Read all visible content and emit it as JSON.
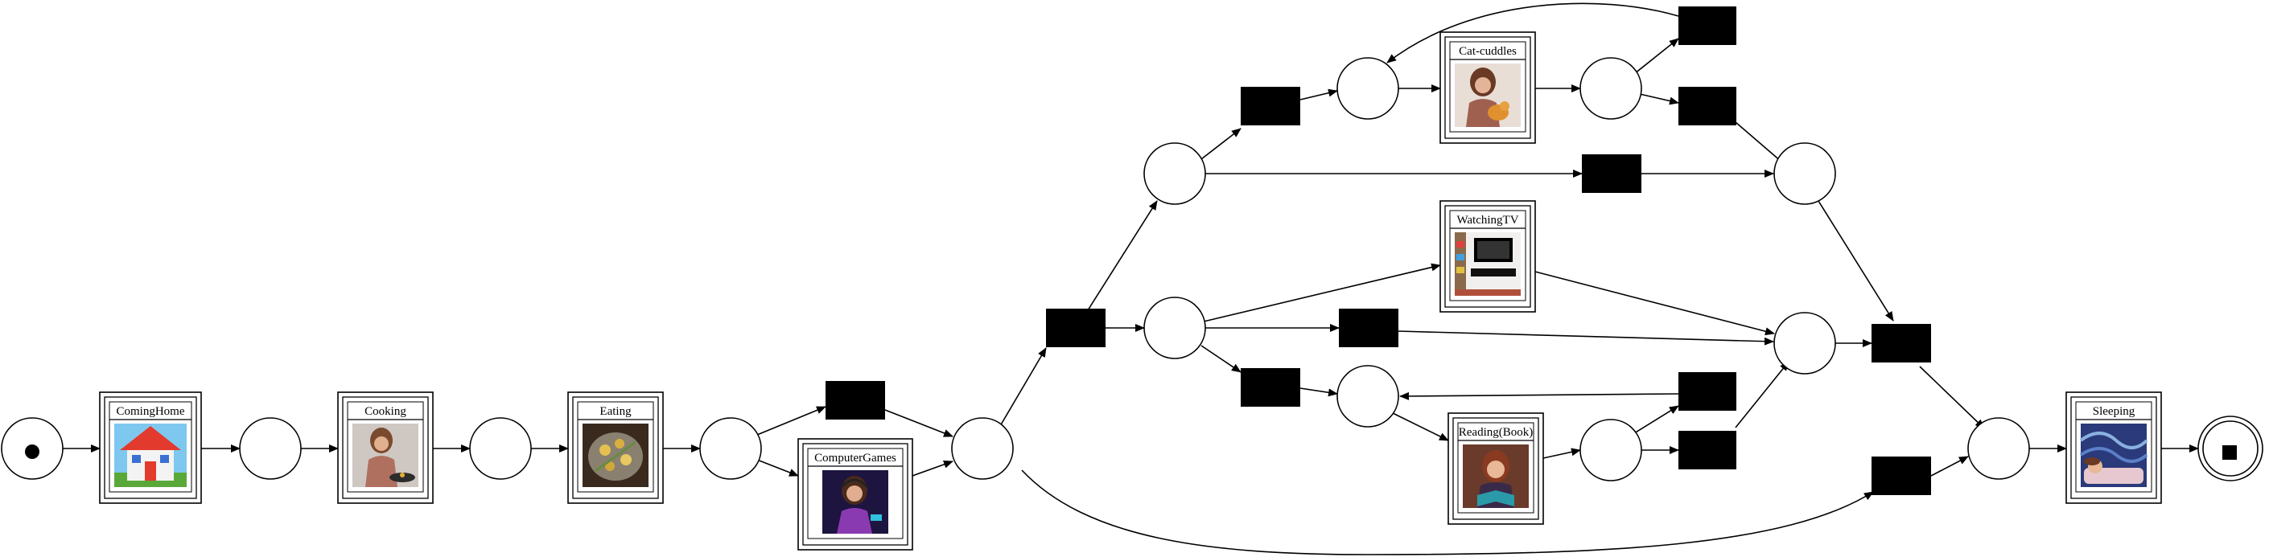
{
  "diagram": {
    "activities": {
      "coming_home": "ComingHome",
      "cooking": "Cooking",
      "eating": "Eating",
      "computer_games": "ComputerGames",
      "cat_cuddles": "Cat-cuddles",
      "watching_tv": "WatchingTV",
      "reading_book": "Reading(Book)",
      "sleeping": "Sleeping"
    },
    "icons": {
      "coming_home": "house-icon",
      "cooking": "woman-cooking-icon",
      "eating": "food-plate-icon",
      "computer_games": "gamer-woman-icon",
      "cat_cuddles": "woman-with-cat-icon",
      "watching_tv": "tv-room-icon",
      "reading_book": "woman-reading-icon",
      "sleeping": "sleeping-person-icon"
    },
    "colors": {
      "stroke": "#000000",
      "silent_transition": "#000000",
      "background": "#ffffff"
    }
  }
}
